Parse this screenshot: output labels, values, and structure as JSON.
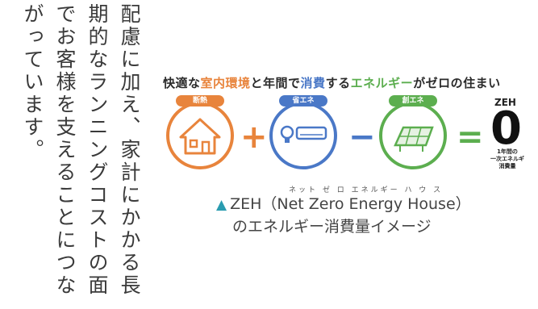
{
  "body_text": {
    "lines": [
      "配慮に加え、家計にかかる長",
      "期的なランニングコストの面",
      "でお客様を支えることにつな",
      "がっています。"
    ]
  },
  "diagram": {
    "headline": {
      "part1": "快適な",
      "part2": "室内環境",
      "part3": "と年間で",
      "part4": "消費",
      "part5": "する",
      "part6": "エネルギー",
      "part7": "がゼロの住まい"
    },
    "items": [
      {
        "label": "断熱",
        "color": "#e8843c",
        "icon": "house-icon"
      },
      {
        "label": "省エネ",
        "color": "#4a78c7",
        "icon": "lightbulb-aircon-icon"
      },
      {
        "label": "創エネ",
        "color": "#5cae4f",
        "icon": "solar-panel-icon"
      }
    ],
    "operators": [
      "+",
      "−",
      "="
    ],
    "result": {
      "label": "ZEH",
      "value": "0",
      "note_line1": "1年間の",
      "note_line2": "一次エネルギ",
      "note_line3": "消費量"
    }
  },
  "caption": {
    "ruby": "ネット ゼ ロ エネルギー ハ ウ ス",
    "triangle": "▲",
    "line1": "ZEH（Net Zero Energy House）",
    "line2": "のエネルギー消費量イメージ"
  }
}
